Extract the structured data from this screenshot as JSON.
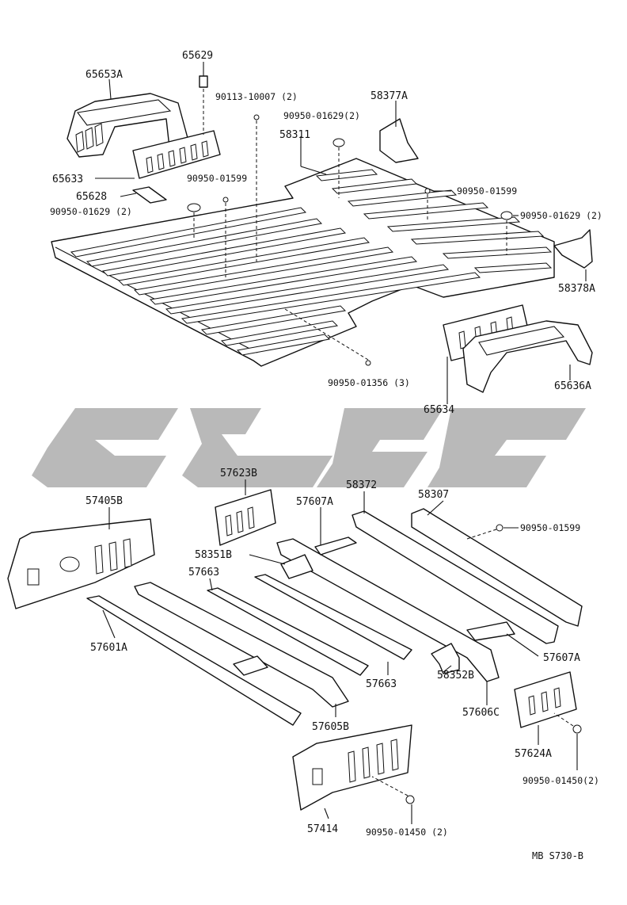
{
  "diagram": {
    "reference_code": "MB S730-B",
    "watermark": "logo-watermark",
    "parts": [
      {
        "id": "p_65653A",
        "label": "65653A"
      },
      {
        "id": "p_65629",
        "label": "65629"
      },
      {
        "id": "p_90113_10007",
        "label": "90113-10007 (2)"
      },
      {
        "id": "p_58377A",
        "label": "58377A"
      },
      {
        "id": "p_90950_01629_2a",
        "label": "90950-01629(2)"
      },
      {
        "id": "p_58311",
        "label": "58311"
      },
      {
        "id": "p_65633",
        "label": "65633"
      },
      {
        "id": "p_90950_01599a",
        "label": "90950-01599"
      },
      {
        "id": "p_90950_01599b",
        "label": "90950-01599"
      },
      {
        "id": "p_65628",
        "label": "65628"
      },
      {
        "id": "p_90950_01629_2b",
        "label": "90950-01629 (2)"
      },
      {
        "id": "p_90950_01629_2c",
        "label": "90950-01629 (2)"
      },
      {
        "id": "p_58378A",
        "label": "58378A"
      },
      {
        "id": "p_65636A",
        "label": "65636A"
      },
      {
        "id": "p_90950_01356",
        "label": "90950-01356 (3)"
      },
      {
        "id": "p_65634",
        "label": "65634"
      },
      {
        "id": "p_57623B",
        "label": "57623B"
      },
      {
        "id": "p_58372",
        "label": "58372"
      },
      {
        "id": "p_58307",
        "label": "58307"
      },
      {
        "id": "p_57405B",
        "label": "57405B"
      },
      {
        "id": "p_57607A_top",
        "label": "57607A"
      },
      {
        "id": "p_90950_01599c",
        "label": "90950-01599"
      },
      {
        "id": "p_58351B",
        "label": "58351B"
      },
      {
        "id": "p_57663_top",
        "label": "57663"
      },
      {
        "id": "p_57601A",
        "label": "57601A"
      },
      {
        "id": "p_57607A_bottom",
        "label": "57607A"
      },
      {
        "id": "p_57663_bottom",
        "label": "57663"
      },
      {
        "id": "p_58352B",
        "label": "58352B"
      },
      {
        "id": "p_57606C",
        "label": "57606C"
      },
      {
        "id": "p_57605B",
        "label": "57605B"
      },
      {
        "id": "p_57624A",
        "label": "57624A"
      },
      {
        "id": "p_57414",
        "label": "57414"
      },
      {
        "id": "p_90950_01450_2a",
        "label": "90950-01450 (2)"
      },
      {
        "id": "p_90950_01450_2b",
        "label": "90950-01450(2)"
      }
    ]
  }
}
